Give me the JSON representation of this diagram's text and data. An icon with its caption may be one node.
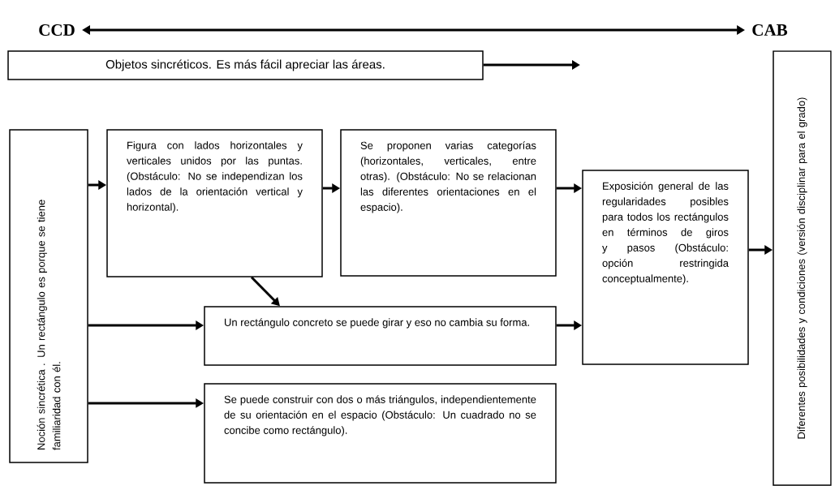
{
  "diagram": {
    "nodes": [
      {
        "text": [
          "CCD"
        ]
      },
      {
        "text": [
          "CAB"
        ]
      },
      {
        "text": [
          "Objetos sincréticos. Es más fácil apreciar las áreas."
        ]
      },
      {
        "text": [
          "Noción sincrética . Un rectángulo es porque se tiene familiaridad con él."
        ]
      },
      {
        "text": [
          "Figura con lados horizontales y verticales unidos por las puntas. (Obstáculo: No se independizan los lados de la orientación vertical y horizontal)."
        ]
      },
      {
        "text": [
          "Se proponen varias categorías (horizontales, verticales, entre otras). (Obstáculo: No se relacionan las diferentes orientaciones en el espacio)."
        ]
      },
      {
        "text": [
          "Un rectángulo concreto se puede girar y eso no cambia su forma."
        ]
      },
      {
        "text": [
          "Se puede construir con dos o más triángulos, independientemente de su orientación en el espacio (Obstáculo: Un cuadrado no se concibe como rectángulo)."
        ]
      },
      {
        "text": [
          "Exposición general de las regularidades posibles para todos los rectángulos en términos de giros y pasos (Obstáculo: opción restringida conceptualmente)."
        ]
      },
      {
        "text": [
          "Diferentes posibilidades y condiciones (versión disciplinar para el grado)"
        ]
      }
    ],
    "edges": [
      {
        "from": 0,
        "to": 1,
        "arrow": "both"
      },
      {
        "from": 2,
        "to": null,
        "arrow": "to"
      },
      {
        "from": 3,
        "to": 4,
        "arrow": "to"
      },
      {
        "from": 4,
        "to": 5,
        "arrow": "to"
      },
      {
        "from": 4,
        "to": 6,
        "arrow": "to"
      },
      {
        "from": 3,
        "to": 6,
        "arrow": "to"
      },
      {
        "from": 3,
        "to": 7,
        "arrow": "to"
      },
      {
        "from": 5,
        "to": 8,
        "arrow": "to"
      },
      {
        "from": 6,
        "to": 8,
        "arrow": "to"
      },
      {
        "from": 8,
        "to": 9,
        "arrow": "to"
      }
    ]
  }
}
